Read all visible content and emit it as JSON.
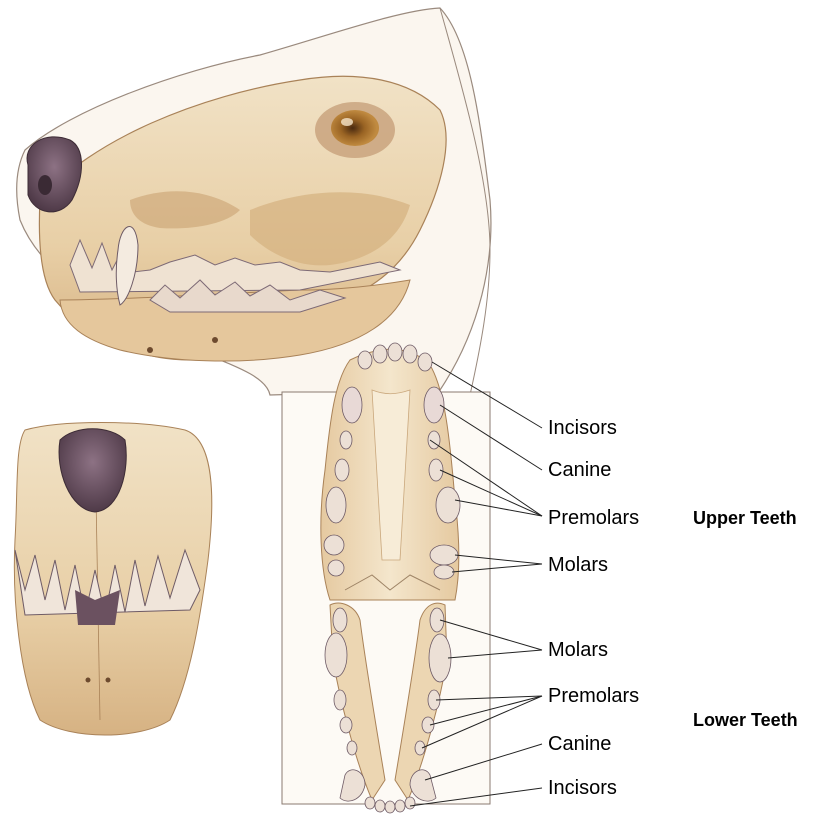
{
  "upper_labels": {
    "incisors": "Incisors",
    "canine": "Canine",
    "premolars": "Premolars",
    "molars": "Molars"
  },
  "lower_labels": {
    "molars": "Molars",
    "premolars": "Premolars",
    "canine": "Canine",
    "incisors": "Incisors"
  },
  "groups": {
    "upper": "Upper Teeth",
    "lower": "Lower Teeth"
  },
  "colors": {
    "bone": "#ecd7b4",
    "bone_shadow": "#b98e62",
    "tooth": "#efe3d6",
    "tooth_shade": "#8f7a8c",
    "nose": "#6b5160",
    "eye": "#9a6424",
    "outline": "#8a7a70"
  }
}
